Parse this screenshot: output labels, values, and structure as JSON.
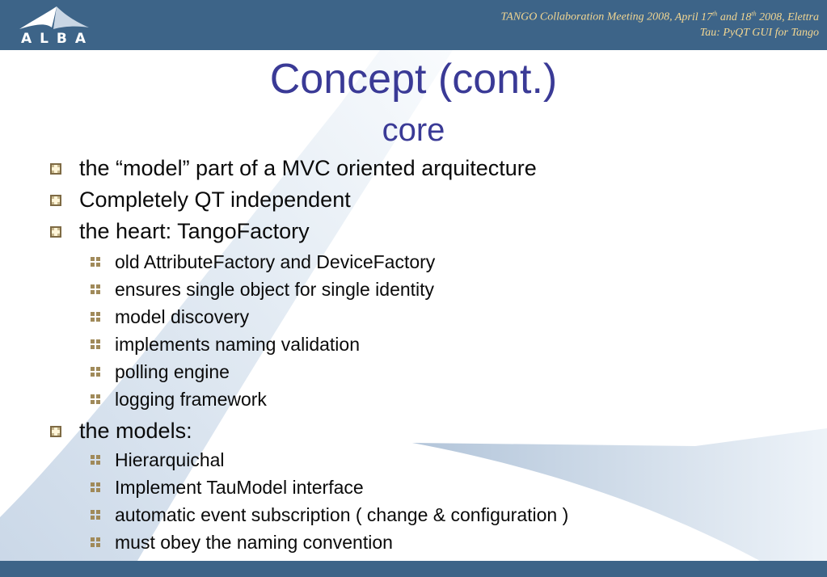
{
  "header": {
    "logo_text": "ALBA",
    "meeting_title": "TANGO Collaboration Meeting 2008,",
    "date_part1": "April 17",
    "date_sup1": "th",
    "date_part2": " and 18",
    "date_sup2": "th",
    "date_part3": " 2008, Elettra",
    "talk_title": "Tau: PyQT GUI for Tango"
  },
  "slide": {
    "title": "Concept (cont.)",
    "subtitle": "core",
    "bullets": [
      "the “model” part of a MVC oriented arquitecture",
      "Completely QT independent",
      "the heart: TangoFactory",
      "the models:"
    ],
    "factory_items": [
      "old AttributeFactory and DeviceFactory",
      "ensures single object for single identity",
      "model discovery",
      "implements naming validation",
      "polling engine",
      "logging framework"
    ],
    "model_items": [
      "Hierarquichal",
      "Implement TauModel interface",
      "automatic event subscription ( change & configuration )",
      "must obey the naming convention"
    ]
  },
  "colors": {
    "header_bg": "#3d6488",
    "title": "#3a3a96",
    "header_text": "#f2d692"
  }
}
